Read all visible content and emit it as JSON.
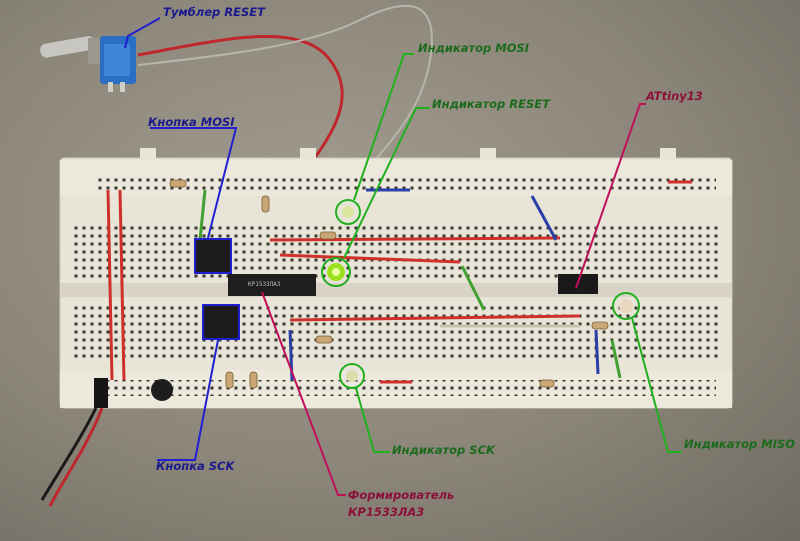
{
  "image": {
    "subject": "breadboard",
    "chip_marking": "КР1533ЛА3"
  },
  "labels": {
    "toggle_reset": "Тумблер RESET",
    "button_mosi": "Кнопка MOSI",
    "indicator_mosi": "Индикатор MOSI",
    "indicator_reset": "Индикатор RESET",
    "attiny": "ATtiny13",
    "indicator_sck": "Индикатор SCK",
    "indicator_miso": "Индикатор MISO",
    "button_sck": "Кнопка SCK",
    "driver_line1": "Формирователь",
    "driver_line2": "КР1533ЛА3"
  },
  "colors": {
    "button_callout": "#1a1a8c",
    "indicator_callout": "#1c8a1c",
    "chip_callout": "#c0105a"
  }
}
